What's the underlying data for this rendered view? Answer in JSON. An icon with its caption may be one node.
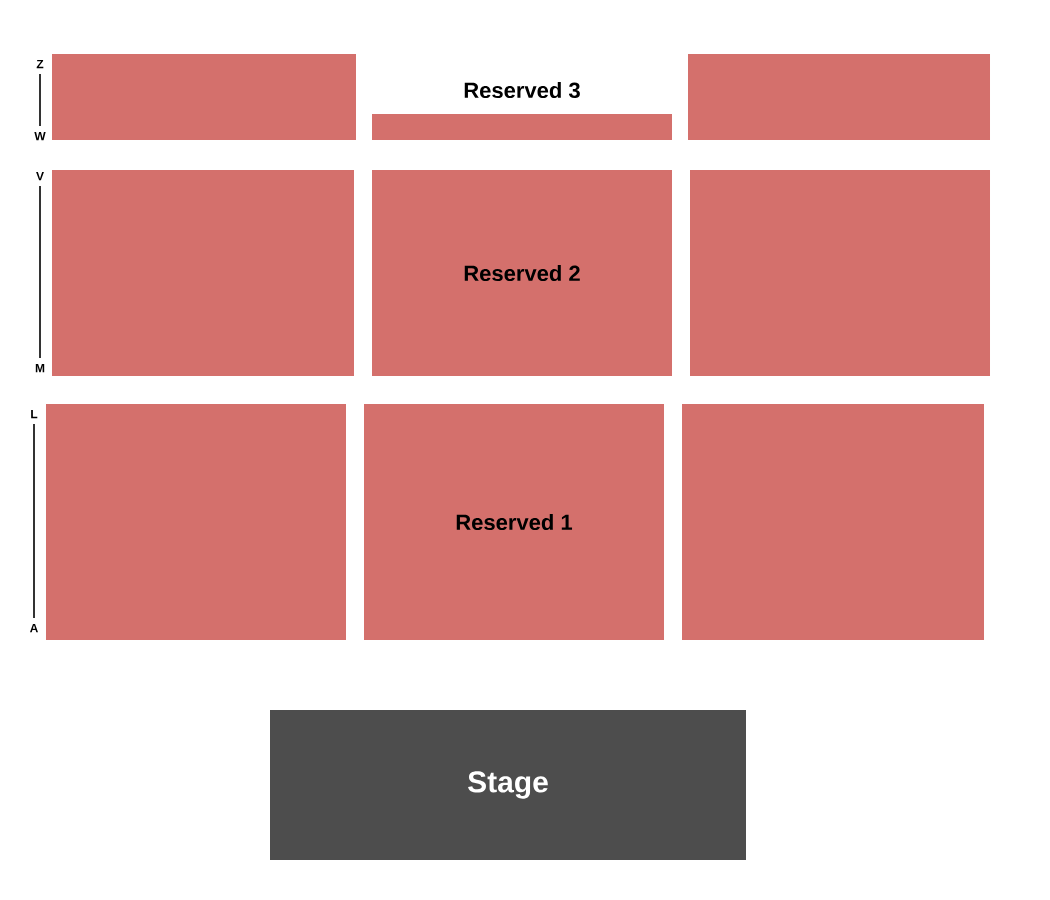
{
  "diagram": {
    "nodes": [
      {
        "text": [],
        "shape": "box"
      },
      {
        "text": [
          "Reserved 3"
        ]
      },
      {
        "text": [],
        "shape": "box"
      },
      {
        "text": [],
        "shape": "box"
      },
      {
        "text": [
          "Reserved 2"
        ]
      },
      {
        "text": [],
        "shape": "box"
      },
      {
        "text": [],
        "shape": "box"
      },
      {
        "text": [
          "Reserved 1"
        ]
      },
      {
        "text": [],
        "shape": "box"
      },
      {
        "text": [
          "Stage"
        ]
      }
    ],
    "labels": [
      "Z",
      "W",
      "V",
      "M",
      "L",
      "A"
    ]
  }
}
